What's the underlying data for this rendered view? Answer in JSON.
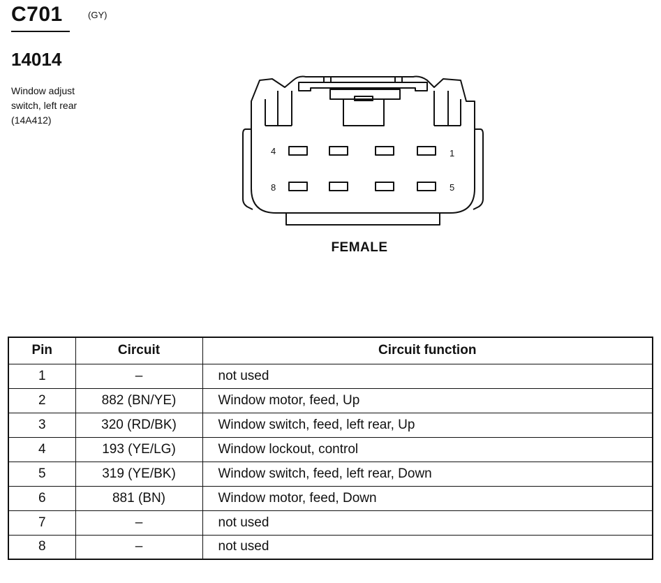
{
  "header": {
    "connector_id": "C701",
    "connector_color": "(GY)",
    "part_number": "14014",
    "description_lines": [
      "Window adjust",
      "switch, left rear",
      "(14A412)"
    ]
  },
  "diagram": {
    "gender_label": "FEMALE",
    "pin_labels": {
      "top_left": "4",
      "top_right": "1",
      "bottom_left": "8",
      "bottom_right": "5"
    }
  },
  "table": {
    "headers": {
      "pin": "Pin",
      "circuit": "Circuit",
      "function": "Circuit function"
    },
    "rows": [
      {
        "pin": "1",
        "circuit": "–",
        "function": "not used"
      },
      {
        "pin": "2",
        "circuit": "882 (BN/YE)",
        "function": "Window motor, feed, Up"
      },
      {
        "pin": "3",
        "circuit": "320 (RD/BK)",
        "function": "Window switch, feed, left rear, Up"
      },
      {
        "pin": "4",
        "circuit": "193 (YE/LG)",
        "function": "Window lockout, control"
      },
      {
        "pin": "5",
        "circuit": "319 (YE/BK)",
        "function": "Window switch, feed, left rear, Down"
      },
      {
        "pin": "6",
        "circuit": "881 (BN)",
        "function": "Window motor, feed, Down"
      },
      {
        "pin": "7",
        "circuit": "–",
        "function": "not used"
      },
      {
        "pin": "8",
        "circuit": "–",
        "function": "not used"
      }
    ]
  }
}
